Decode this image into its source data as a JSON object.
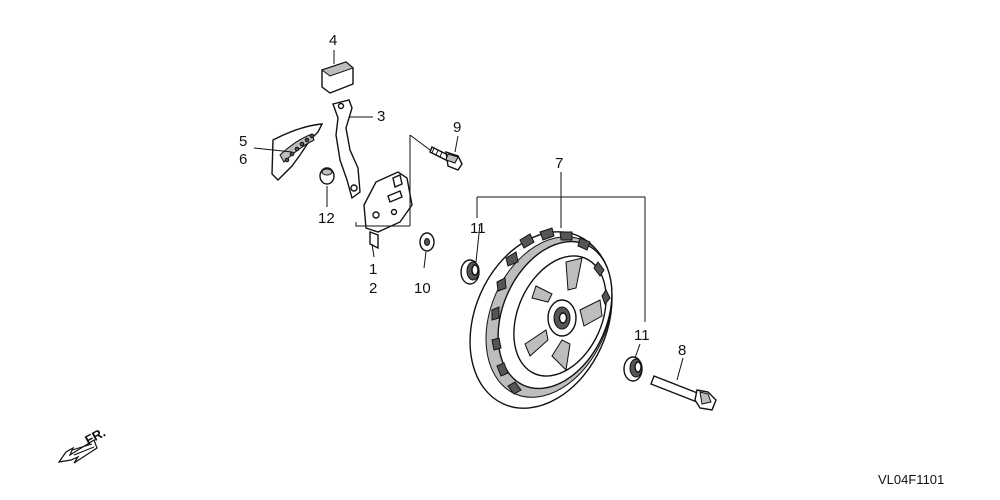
{
  "diagram": {
    "labels": {
      "p1": "1",
      "p2": "2",
      "p3": "3",
      "p4": "4",
      "p5": "5",
      "p6": "6",
      "p7": "7",
      "p8": "8",
      "p9": "9",
      "p10": "10",
      "p11a": "11",
      "p11b": "11",
      "p12": "12"
    },
    "direction_label": "FR.",
    "drawing_code": "VL04F1101"
  }
}
